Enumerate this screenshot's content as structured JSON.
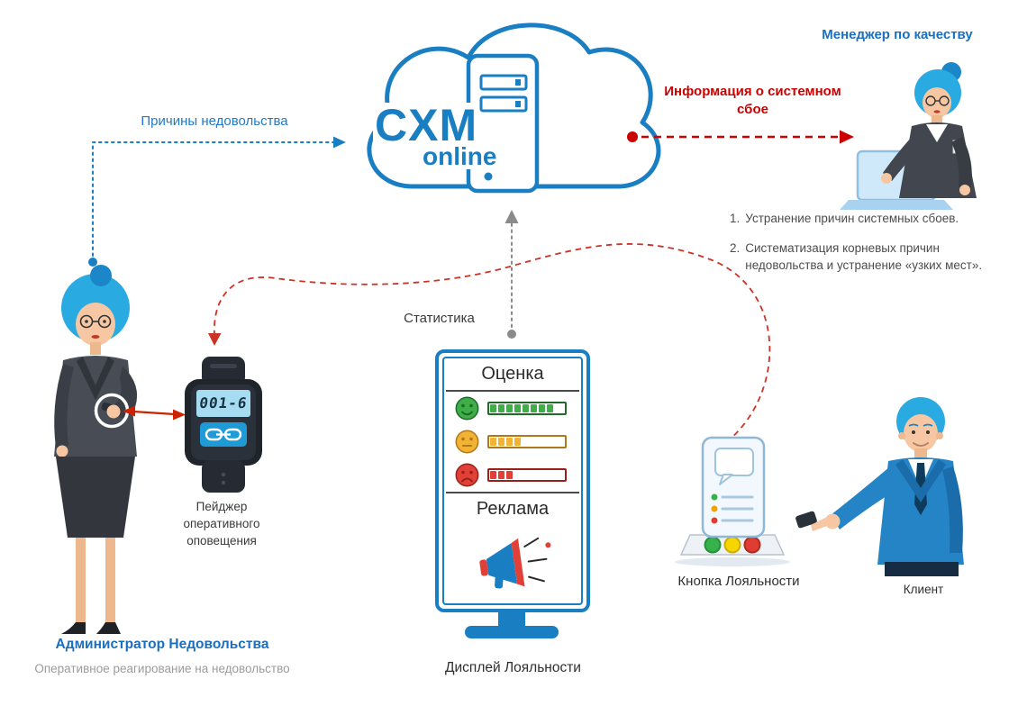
{
  "colors": {
    "brand_blue": "#1a7ec3",
    "alert_red": "#cc0000",
    "link_blue": "#1f7ac9"
  },
  "cloud": {
    "brand": "CXM",
    "brand_sub": "online"
  },
  "flows": {
    "reasons_label": "Причины недовольства",
    "failure_label": "Информация о системном сбое",
    "stats_label": "Статистика"
  },
  "manager": {
    "title": "Менеджер по качеству",
    "tasks": [
      {
        "num": "1.",
        "text": "Устранение причин системных сбоев."
      },
      {
        "num": "2.",
        "text": "Систематизация корневых причин недовольства и устранение «узких мест»."
      }
    ]
  },
  "admin": {
    "title": "Администратор Недовольства",
    "subtitle": "Оперативное реагирование на недовольство",
    "pager_label": "Пейджер оперативного оповещения",
    "pager_screen": "001-6"
  },
  "display": {
    "label": "Дисплей Лояльности",
    "rating_title": "Оценка",
    "ad_title": "Реклама",
    "rating_rows": [
      {
        "mood": "happy",
        "color": "#3fae49",
        "dark": "#1d6b27",
        "segments": 8
      },
      {
        "mood": "neutral",
        "color": "#f2b233",
        "dark": "#b07818",
        "segments": 4
      },
      {
        "mood": "sad",
        "color": "#e04038",
        "dark": "#992019",
        "segments": 3
      }
    ]
  },
  "loyalty_button": {
    "label": "Кнопка Лояльности"
  },
  "client": {
    "label": "Клиент"
  }
}
